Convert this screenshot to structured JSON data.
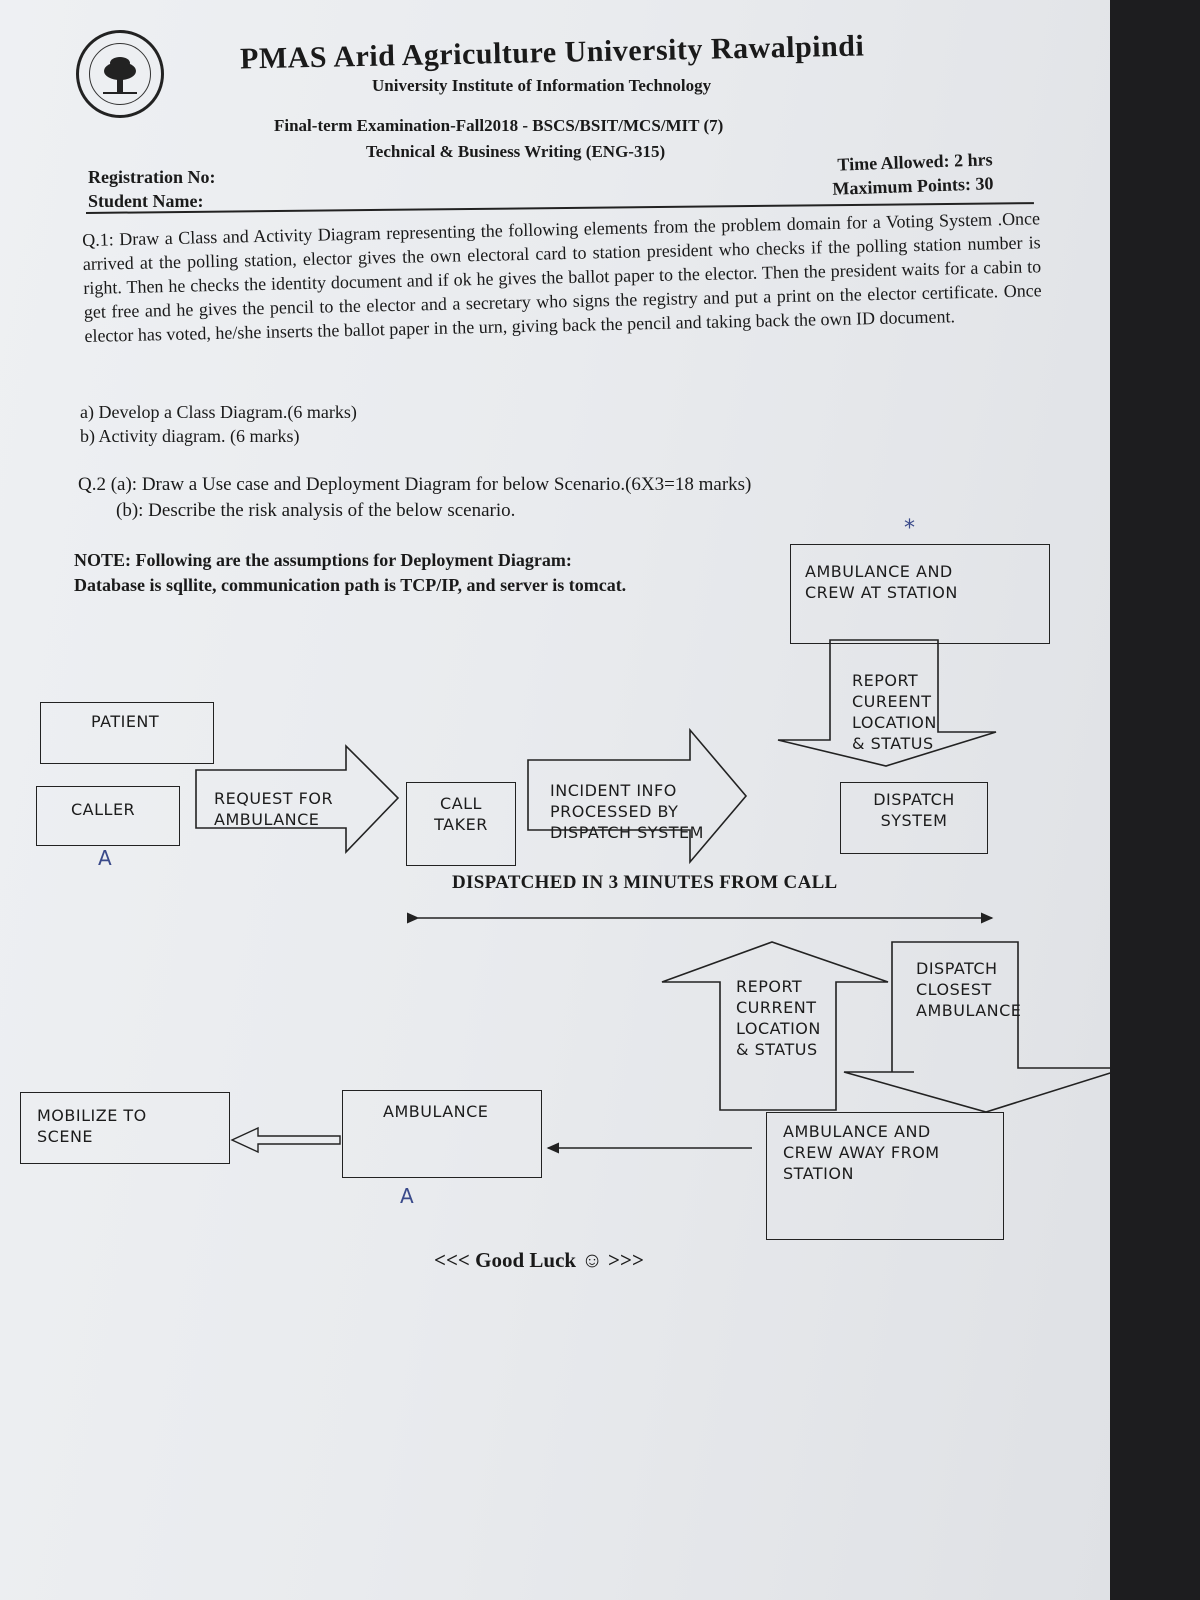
{
  "header": {
    "university": "PMAS Arid Agriculture University Rawalpindi",
    "institute": "University Institute of Information Technology",
    "exam": "Final-term Examination-Fall2018 - BSCS/BSIT/MCS/MIT (7)",
    "course": "Technical & Business Writing (ENG-315)",
    "registration_label": "Registration No:",
    "student_label": "Student Name:",
    "time_allowed": "Time Allowed: 2 hrs",
    "max_points": "Maximum Points: 30"
  },
  "q1": {
    "text": "Q.1: Draw a Class and Activity Diagram representing the following elements from the problem domain for a Voting System .Once arrived at the polling station, elector gives the own electoral card to station president who checks if the polling station number is right. Then he checks the identity document and if ok he gives the ballot paper to the elector. Then the president waits for a cabin to get free and he gives the pencil to the elector and a secretary who signs the registry and put a print on the elector certificate. Once elector has voted, he/she inserts the ballot paper in the urn, giving back the pencil and taking back the own ID document.",
    "part_a": "a) Develop a Class Diagram.(6 marks)",
    "part_b": "b) Activity diagram. (6 marks)"
  },
  "q2": {
    "part_a": "Q.2 (a): Draw a Use case and Deployment Diagram for below Scenario.(6X3=18 marks)",
    "part_b": "(b): Describe the risk analysis of the below scenario.",
    "note_line1": "NOTE: Following are the assumptions for Deployment Diagram:",
    "note_line2": "Database is sqllite, communication path is TCP/IP, and server is tomcat."
  },
  "diagram": {
    "ambulance_station_1": "AMBULANCE AND",
    "ambulance_station_2": "CREW AT STATION",
    "report1_l1": "REPORT",
    "report1_l2": "CUREENT",
    "report1_l3": "LOCATION",
    "report1_l4": "& STATUS",
    "patient": "PATIENT",
    "caller": "CALLER",
    "request_l1": "REQUEST FOR",
    "request_l2": "AMBULANCE",
    "call_taker_l1": "CALL",
    "call_taker_l2": "TAKER",
    "incident_l1": "INCIDENT INFO",
    "incident_l2": "PROCESSED BY",
    "incident_l3": "DISPATCH SYSTEM",
    "dispatch_system_l1": "DISPATCH",
    "dispatch_system_l2": "SYSTEM",
    "dispatched_banner": "DISPATCHED IN 3 MINUTES FROM CALL",
    "report2_l1": "REPORT",
    "report2_l2": "CURRENT",
    "report2_l3": "LOCATION",
    "report2_l4": "& STATUS",
    "dispatch_closest_l1": "DISPATCH",
    "dispatch_closest_l2": "CLOSEST",
    "dispatch_closest_l3": "AMBULANCE",
    "mobilize_l1": "MOBILIZE TO",
    "mobilize_l2": "SCENE",
    "ambulance": "AMBULANCE",
    "away_l1": "AMBULANCE AND",
    "away_l2": "CREW AWAY FROM",
    "away_l3": "STATION"
  },
  "handwritten_marks": {
    "star": "*",
    "mark_caller": "A",
    "mark_ambulance": "A"
  },
  "footer": {
    "good_luck": "<<< Good Luck ☺ >>>"
  }
}
